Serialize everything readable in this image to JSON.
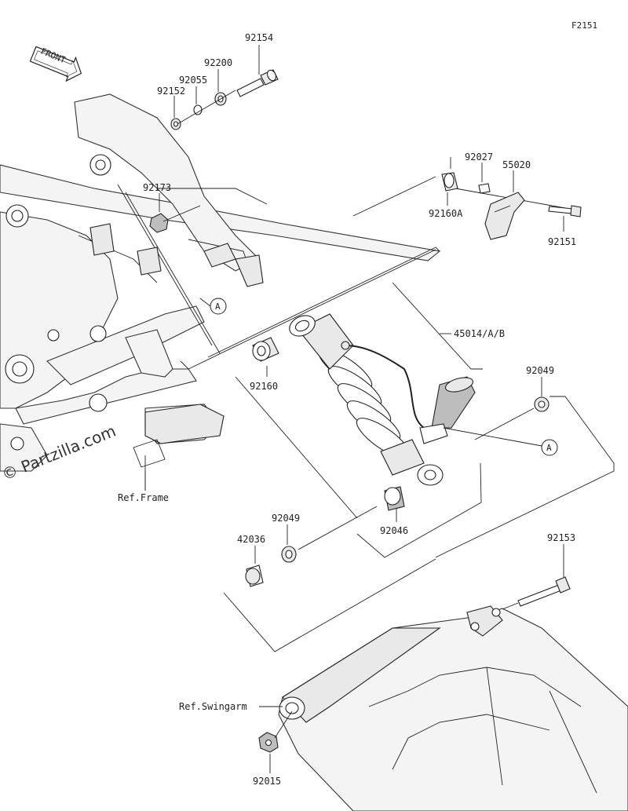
{
  "diagram_code": "F2151",
  "direction_label": "FRONT",
  "watermark": "© Partzilla.com",
  "callout_letter": "A",
  "part_numbers": {
    "p92154": "92154",
    "p92200": "92200",
    "p92055": "92055",
    "p92152": "92152",
    "p92173": "92173",
    "p92027": "92027",
    "p55020": "55020",
    "p92160A": "92160A",
    "p92151": "92151",
    "p45014": "45014/A/B",
    "p92160": "92160",
    "p92049_right": "92049",
    "p92049_left": "92049",
    "p92046": "92046",
    "p42036": "42036",
    "p92153": "92153",
    "p92015": "92015"
  },
  "references": {
    "frame": "Ref.Frame",
    "swingarm": "Ref.Swingarm"
  }
}
